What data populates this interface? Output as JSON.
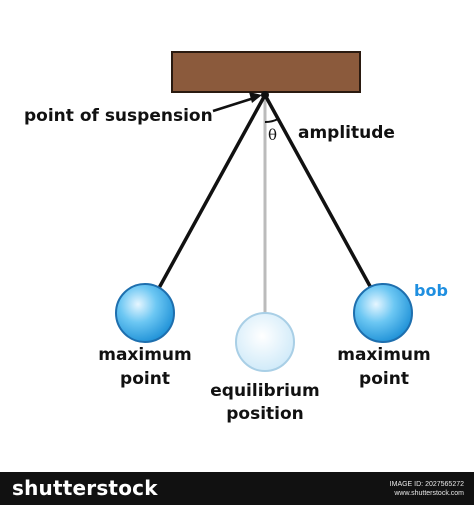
{
  "diagram": {
    "labels": {
      "point_of_suspension": "point of suspension",
      "amplitude": "amplitude",
      "theta": "θ",
      "bob": "bob",
      "max_left_line1": "maximum",
      "max_left_line2": "point",
      "max_right_line1": "maximum",
      "max_right_line2": "point",
      "equilibrium_line1": "equilibrium",
      "equilibrium_line2": "position"
    },
    "colors": {
      "beam": "#8B5A3C",
      "string": "#111111",
      "equilibrium_string": "#bbbbbb",
      "bob_fill": "#29a9e9",
      "bob_stroke": "#1e6fae",
      "equilibrium_bob": "#d4ecfb",
      "bob_label": "#1f8fe0"
    }
  },
  "footer": {
    "brand": "shutterstock",
    "image_id": "IMAGE ID: 2027565272",
    "site": "www.shutterstock.com"
  }
}
